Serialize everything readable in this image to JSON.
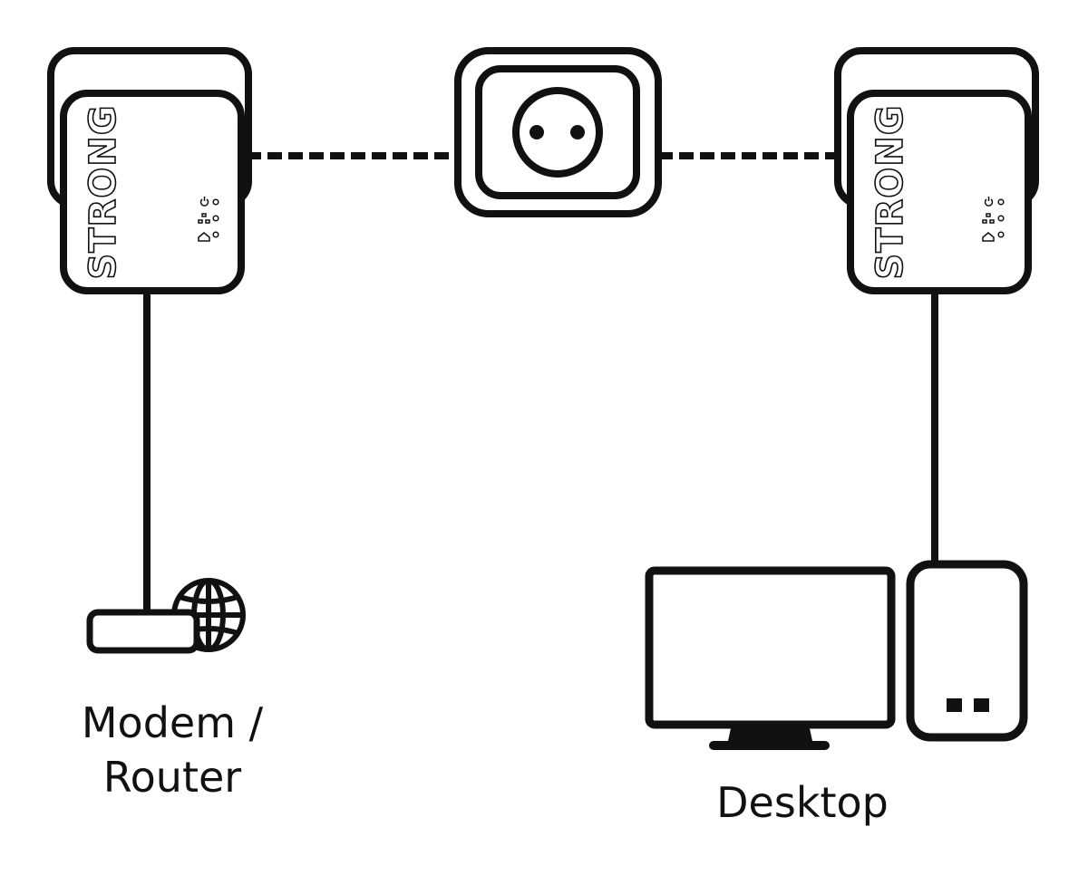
{
  "adapter_left": {
    "brand": "STRONG"
  },
  "adapter_right": {
    "brand": "STRONG"
  },
  "labels": {
    "modem_line1": "Modem /",
    "modem_line2": "Router",
    "desktop": "Desktop"
  },
  "icons": {
    "led_1": "power-icon",
    "led_2": "network-icon",
    "led_3": "home-icon"
  }
}
